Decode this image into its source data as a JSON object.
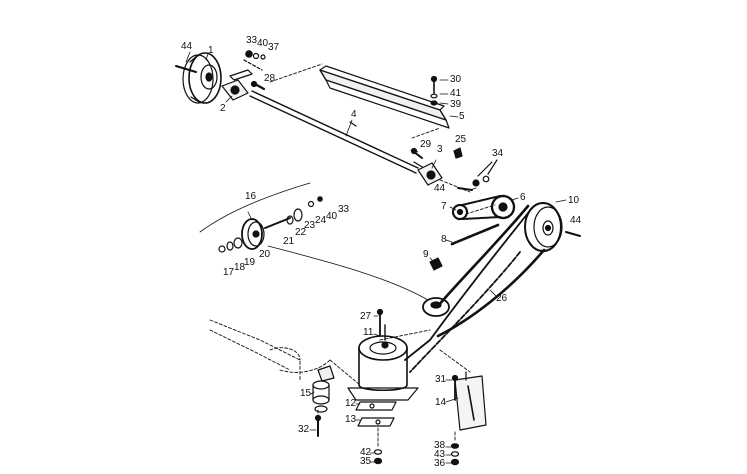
{
  "diagram": {
    "parts": [
      {
        "id": "p44a",
        "label": "44"
      },
      {
        "id": "p1",
        "label": "1"
      },
      {
        "id": "p33a",
        "label": "33"
      },
      {
        "id": "p40a",
        "label": "40"
      },
      {
        "id": "p37",
        "label": "37"
      },
      {
        "id": "p28",
        "label": "28"
      },
      {
        "id": "p2",
        "label": "2"
      },
      {
        "id": "p4",
        "label": "4"
      },
      {
        "id": "p30",
        "label": "30"
      },
      {
        "id": "p41",
        "label": "41"
      },
      {
        "id": "p39",
        "label": "39"
      },
      {
        "id": "p5",
        "label": "5"
      },
      {
        "id": "p25",
        "label": "25"
      },
      {
        "id": "p29",
        "label": "29"
      },
      {
        "id": "p3",
        "label": "3"
      },
      {
        "id": "p34",
        "label": "34"
      },
      {
        "id": "p44b",
        "label": "44"
      },
      {
        "id": "p6",
        "label": "6"
      },
      {
        "id": "p7",
        "label": "7"
      },
      {
        "id": "p10",
        "label": "10"
      },
      {
        "id": "p44c",
        "label": "44"
      },
      {
        "id": "p8",
        "label": "8"
      },
      {
        "id": "p9",
        "label": "9"
      },
      {
        "id": "p16",
        "label": "16"
      },
      {
        "id": "p33b",
        "label": "33"
      },
      {
        "id": "p40b",
        "label": "40"
      },
      {
        "id": "p24",
        "label": "24"
      },
      {
        "id": "p23",
        "label": "23"
      },
      {
        "id": "p22",
        "label": "22"
      },
      {
        "id": "p21",
        "label": "21"
      },
      {
        "id": "p20",
        "label": "20"
      },
      {
        "id": "p19",
        "label": "19"
      },
      {
        "id": "p18",
        "label": "18"
      },
      {
        "id": "p17",
        "label": "17"
      },
      {
        "id": "p26",
        "label": "26"
      },
      {
        "id": "p27",
        "label": "27"
      },
      {
        "id": "p11",
        "label": "11"
      },
      {
        "id": "p15",
        "label": "15"
      },
      {
        "id": "p31",
        "label": "31"
      },
      {
        "id": "p14",
        "label": "14"
      },
      {
        "id": "p12",
        "label": "12"
      },
      {
        "id": "p13",
        "label": "13"
      },
      {
        "id": "p32",
        "label": "32"
      },
      {
        "id": "p42",
        "label": "42"
      },
      {
        "id": "p35",
        "label": "35"
      },
      {
        "id": "p38",
        "label": "38"
      },
      {
        "id": "p43",
        "label": "43"
      },
      {
        "id": "p36",
        "label": "36"
      }
    ]
  }
}
